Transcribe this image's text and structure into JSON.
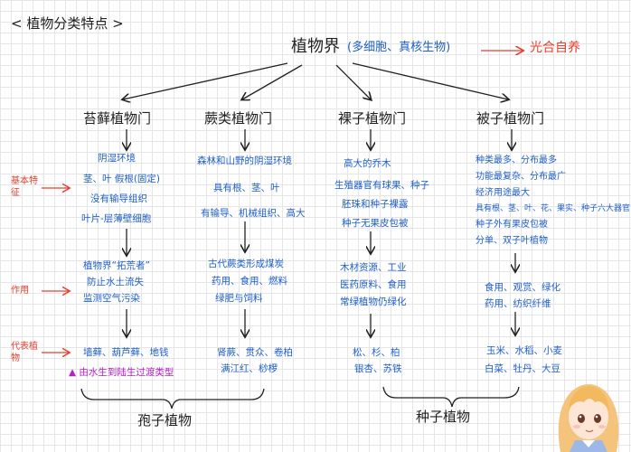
{
  "title": "< 植物分类特点 >",
  "root": {
    "label": "植物界",
    "note": "(多细胞、真核生物)",
    "result": "光合自养"
  },
  "groups": [
    {
      "name": "苔藓植物门",
      "features": [
        "阴湿环境",
        "茎、叶 假根(固定)",
        "没有输导组织",
        "叶片-层薄壁细胞"
      ],
      "uses": [
        "植物界“拓荒者”",
        "防止水土流失",
        "监测空气污染"
      ],
      "examples": [
        "墙藓、葫芦藓、地钱"
      ],
      "extra": "▲ 由水生到陆生过渡类型"
    },
    {
      "name": "蕨类植物门",
      "features": [
        "森林和山野的阴湿环境",
        "具有根、茎、叶",
        "有输导、机械组织、高大"
      ],
      "uses": [
        "古代蕨类形成煤炭",
        "药用、食用、燃料",
        "绿肥与饲料"
      ],
      "examples": [
        "肾蕨、贯众、卷柏",
        "满江红、桫椤"
      ]
    },
    {
      "name": "裸子植物门",
      "features": [
        "高大的乔木",
        "生殖器官有球果、种子",
        "胚珠和种子裸露",
        "种子无果皮包被"
      ],
      "uses": [
        "木材资源、工业",
        "医药原料、食用",
        "常绿植物仍绿化"
      ],
      "examples": [
        "松、杉、柏",
        "银杏、苏铁"
      ]
    },
    {
      "name": "被子植物门",
      "features": [
        "种类最多、分布最多",
        "功能最复杂、分布最广",
        "经济用途最大",
        "具有根、茎、叶、花、果实、种子六大器官",
        "种子外有果皮包被",
        "分单、双子叶植物"
      ],
      "uses": [
        "食用、观赏、绿化",
        "药用、纺织纤维"
      ],
      "examples": [
        "玉米、水稻、小麦",
        "白菜、牡丹、大豆"
      ]
    }
  ],
  "side_labels": {
    "features": "基本特征",
    "uses": "作用",
    "examples": "代表植物"
  },
  "brackets": {
    "spore": "孢子植物",
    "seed": "种子植物"
  },
  "colors": {
    "ink": "#222222",
    "blue": "#1f5fc7",
    "red": "#e4402f",
    "pink": "#b520c7"
  }
}
